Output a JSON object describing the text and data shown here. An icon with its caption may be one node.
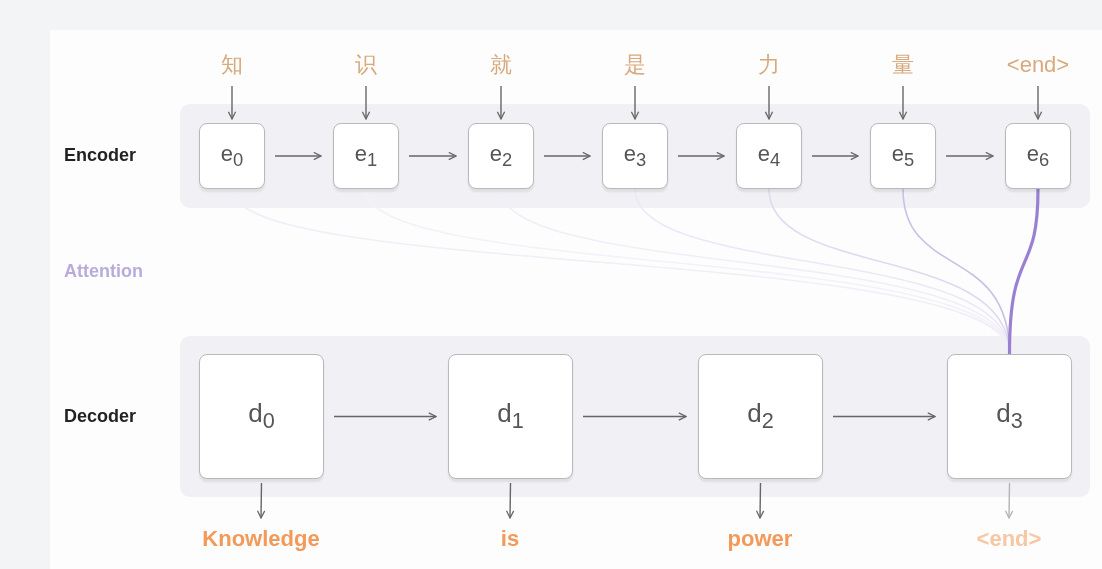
{
  "diagram": {
    "nodes": [
      {
        "text": [
          "Encoder"
        ]
      },
      {
        "text": [
          "e$_{0}$"
        ],
        "in": 0
      },
      {
        "text": [
          "e$_{1}$"
        ],
        "in": 0
      },
      {
        "text": [
          "e$_{2}$"
        ],
        "in": 0
      },
      {
        "text": [
          "e$_{3}$"
        ],
        "in": 0
      },
      {
        "text": [
          "e$_{4}$"
        ],
        "in": 0
      },
      {
        "text": [
          "e$_{5}$"
        ],
        "in": 0
      },
      {
        "text": [
          "e$_{6}$"
        ],
        "in": 0
      },
      {
        "text": [
          "Decoder"
        ]
      },
      {
        "text": [
          "d$_{0}$"
        ],
        "in": 8
      },
      {
        "text": [
          "d$_{1}$"
        ],
        "in": 8
      },
      {
        "text": [
          "d$_{2}$"
        ],
        "in": 8
      },
      {
        "text": [
          "d$_{3}$"
        ],
        "in": 8
      },
      {
        "text": [
          "知"
        ]
      },
      {
        "text": [
          "识"
        ]
      },
      {
        "text": [
          "就"
        ]
      },
      {
        "text": [
          "是"
        ]
      },
      {
        "text": [
          "力"
        ]
      },
      {
        "text": [
          "量"
        ]
      },
      {
        "text": [
          "<end>"
        ]
      },
      {
        "text": [
          "Knowledge"
        ]
      },
      {
        "text": [
          "is"
        ]
      },
      {
        "text": [
          "power"
        ]
      },
      {
        "text": [
          "<end>"
        ]
      }
    ],
    "edges": [
      {
        "from": 13,
        "to": 1,
        "arrow": "to"
      },
      {
        "from": 14,
        "to": 2,
        "arrow": "to"
      },
      {
        "from": 15,
        "to": 3,
        "arrow": "to"
      },
      {
        "from": 16,
        "to": 4,
        "arrow": "to"
      },
      {
        "from": 17,
        "to": 5,
        "arrow": "to"
      },
      {
        "from": 18,
        "to": 6,
        "arrow": "to"
      },
      {
        "from": 19,
        "to": 7,
        "arrow": "to"
      },
      {
        "from": 1,
        "to": 2,
        "arrow": "to"
      },
      {
        "from": 2,
        "to": 3,
        "arrow": "to"
      },
      {
        "from": 3,
        "to": 4,
        "arrow": "to"
      },
      {
        "from": 4,
        "to": 5,
        "arrow": "to"
      },
      {
        "from": 5,
        "to": 6,
        "arrow": "to"
      },
      {
        "from": 6,
        "to": 7,
        "arrow": "to"
      },
      {
        "from": 1,
        "to": 12,
        "arrow": "none",
        "color": "#f1eef8"
      },
      {
        "from": 2,
        "to": 12,
        "arrow": "none",
        "color": "#f3f1f9"
      },
      {
        "from": 3,
        "to": 12,
        "arrow": "none",
        "color": "#f1eef8"
      },
      {
        "from": 4,
        "to": 12,
        "arrow": "none",
        "color": "#ece8f5"
      },
      {
        "from": 5,
        "to": 12,
        "arrow": "none",
        "color": "#e0d9f0"
      },
      {
        "from": 6,
        "to": 12,
        "arrow": "none",
        "color": "#cbbfe7"
      },
      {
        "from": 7,
        "to": 12,
        "arrow": "none",
        "color": "#9a80d2",
        "style": "thick"
      },
      {
        "from": 9,
        "to": 10,
        "arrow": "to"
      },
      {
        "from": 10,
        "to": 11,
        "arrow": "to"
      },
      {
        "from": 11,
        "to": 12,
        "arrow": "to"
      },
      {
        "from": 9,
        "to": 20,
        "arrow": "to"
      },
      {
        "from": 10,
        "to": 21,
        "arrow": "to"
      },
      {
        "from": 11,
        "to": 22,
        "arrow": "to"
      },
      {
        "from": 12,
        "to": 23,
        "arrow": "to",
        "color": "#b4b4b4"
      }
    ],
    "labels": [
      "Attention"
    ]
  }
}
